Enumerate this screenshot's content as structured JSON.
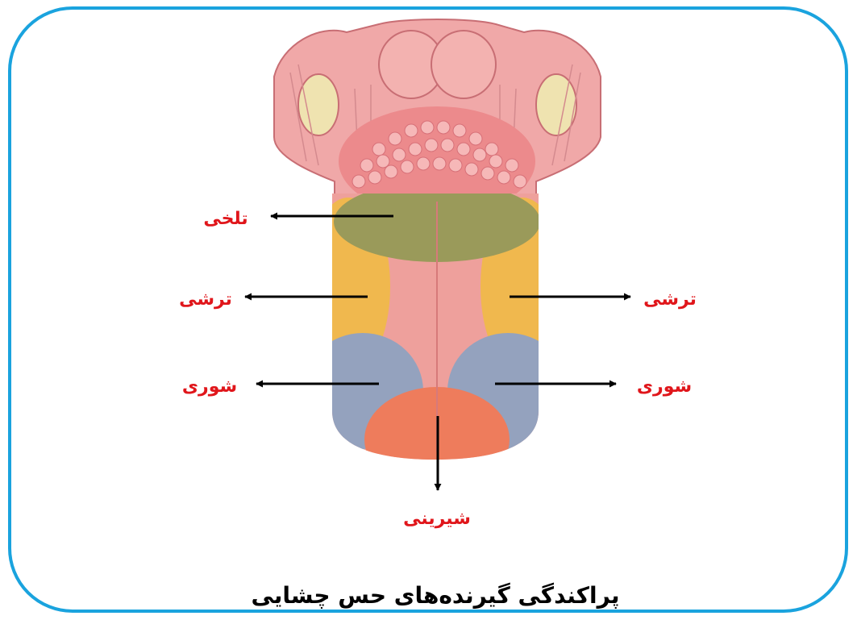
{
  "title": "پراکندگی گیرنده‌های حس چشایی",
  "labels": {
    "bitter": "تلخی",
    "sour_left": "ترشی",
    "sour_right": "ترشی",
    "salty_left": "شوری",
    "salty_right": "شوری",
    "sweet": "شیرینی"
  },
  "colors": {
    "frame": "#1aa3de",
    "label": "#e0161b",
    "tongue": "#eea09c",
    "bitter_zone": "#9a9a5a",
    "sour_zone": "#f0b84e",
    "salty_zone": "#94a2be",
    "sweet_zone": "#ee7c5c"
  }
}
